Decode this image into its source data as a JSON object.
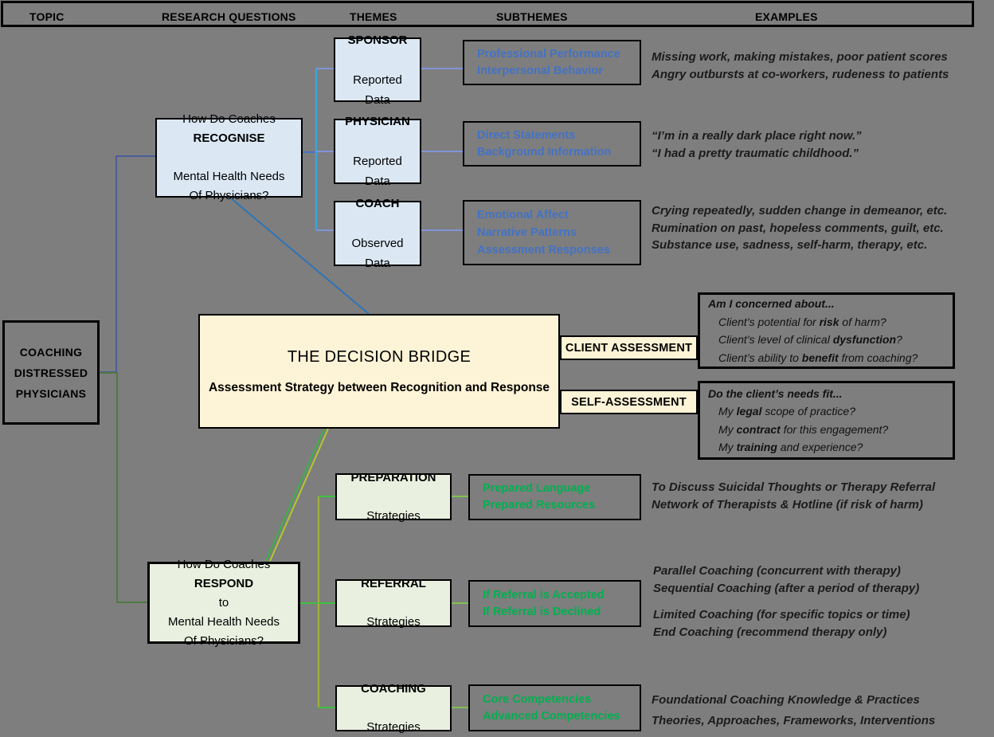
{
  "header": {
    "topic": "TOPIC",
    "research_questions": "RESEARCH QUESTIONS",
    "themes": "THEMES",
    "subthemes": "SUBTHEMES",
    "examples": "EXAMPLES"
  },
  "topic_box": "COACHING\nDISTRESSED\nPHYSICIANS",
  "research_questions": {
    "recognise": "How Do Coaches\n**RECOGNISE**\nMental Health Needs\nOf Physicians?",
    "respond": "How Do Coaches\n**RESPOND** to\nMental Health Needs\nOf Physicians?"
  },
  "themes": {
    "sponsor": "**SPONSOR**\nReported\nData",
    "physician": "**PHYSICIAN**\nReported\nData",
    "coach": "**COACH**\nObserved\nData",
    "preparation": "**PREPARATION**\nStrategies",
    "referral": "**REFERRAL**\nStrategies",
    "coaching": "**COACHING**\nStrategies"
  },
  "subthemes": {
    "sponsor": "Professional Performance\nInterpersonal Behavior",
    "physician": "Direct Statements\nBackground Information",
    "coach": "Emotional Affect\nNarrative Patterns\nAssessment Responses",
    "preparation": "Prepared Language\nPrepared Resources",
    "referral": "If Referral is Accepted\nIf Referral is Declined",
    "coaching": "Core Competencies\nAdvanced Competencies"
  },
  "examples": {
    "sponsor": "Missing work, making mistakes, poor patient scores\nAngry outbursts at co-workers, rudeness to patients",
    "physician": "“I’m in a really dark place right now.”\n“I had a pretty traumatic childhood.”",
    "coach": "Crying repeatedly, sudden change in demeanor, etc.\nRumination on past, hopeless comments, guilt, etc.\nSubstance use, sadness, self-harm, therapy, etc.",
    "preparation": "To Discuss Suicidal Thoughts or Therapy Referral\nNetwork of Therapists & Hotline (if risk of harm)",
    "referral_top": "Parallel Coaching (concurrent with therapy)\nSequential Coaching (after a period of therapy)",
    "referral_bottom": "Limited Coaching (for specific topics or time)\nEnd Coaching (recommend therapy only)",
    "coaching": "Foundational Coaching Knowledge & Practices\nTheories, Approaches, Frameworks, Interventions"
  },
  "decision_bridge": {
    "title": "THE DECISION BRIDGE",
    "subtitle": "Assessment Strategy between Recognition and Response",
    "client_assessment_label": "CLIENT ASSESSMENT",
    "self_assessment_label": "SELF-ASSESSMENT",
    "client_questions": [
      "**Am I concerned about...**",
      "Client’s potential for **risk** of harm?",
      "Client’s level of clinical **dysfunction**?",
      "Client’s ability to **benefit** from coaching?"
    ],
    "self_questions": [
      "**Do the client’s needs fit...**",
      "My **legal** scope of practice?",
      "My **contract** for this engagement?",
      "My **training** and experience?"
    ]
  },
  "colors": {
    "background_gray": "#7e7e7e",
    "theme_fill_blue": "#dbe8f4",
    "theme_fill_green": "#e9f0df",
    "bridge_fill_cream": "#fdf3d6",
    "subtheme_text_blue": "#4472c4",
    "subtheme_text_green": "#00b050",
    "connector_blue": "#4472c4",
    "connector_teal": "#3aa5d9",
    "connector_periwinkle": "#8094d8",
    "connector_green": "#3fae49",
    "connector_olive": "#9fae38"
  }
}
